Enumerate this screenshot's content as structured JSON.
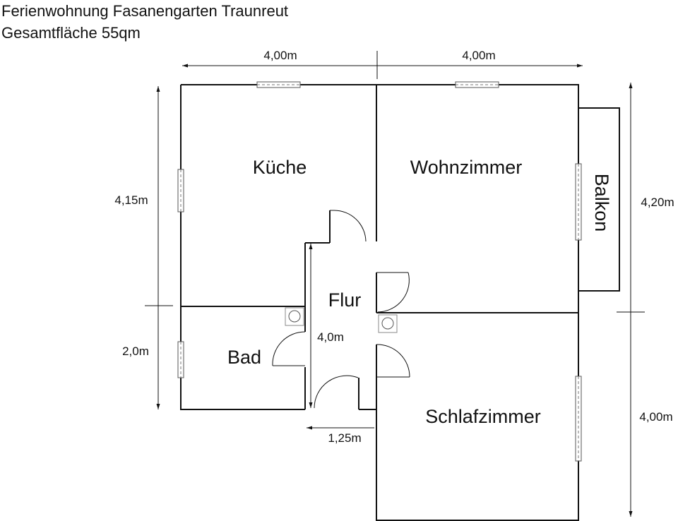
{
  "header": {
    "title": "Ferienwohnung Fasanengarten Traunreut",
    "area": "Gesamtfläche 55qm"
  },
  "rooms": {
    "kueche": "Küche",
    "wohnzimmer": "Wohnzimmer",
    "balkon": "Balkon",
    "flur": "Flur",
    "bad": "Bad",
    "schlafzimmer": "Schlafzimmer"
  },
  "dimensions": {
    "top_left": "4,00m",
    "top_right": "4,00m",
    "left_upper": "4,15m",
    "left_lower": "2,0m",
    "right_upper": "4,20m",
    "right_lower": "4,00m",
    "flur_length": "4,0m",
    "flur_width": "1,25m"
  }
}
